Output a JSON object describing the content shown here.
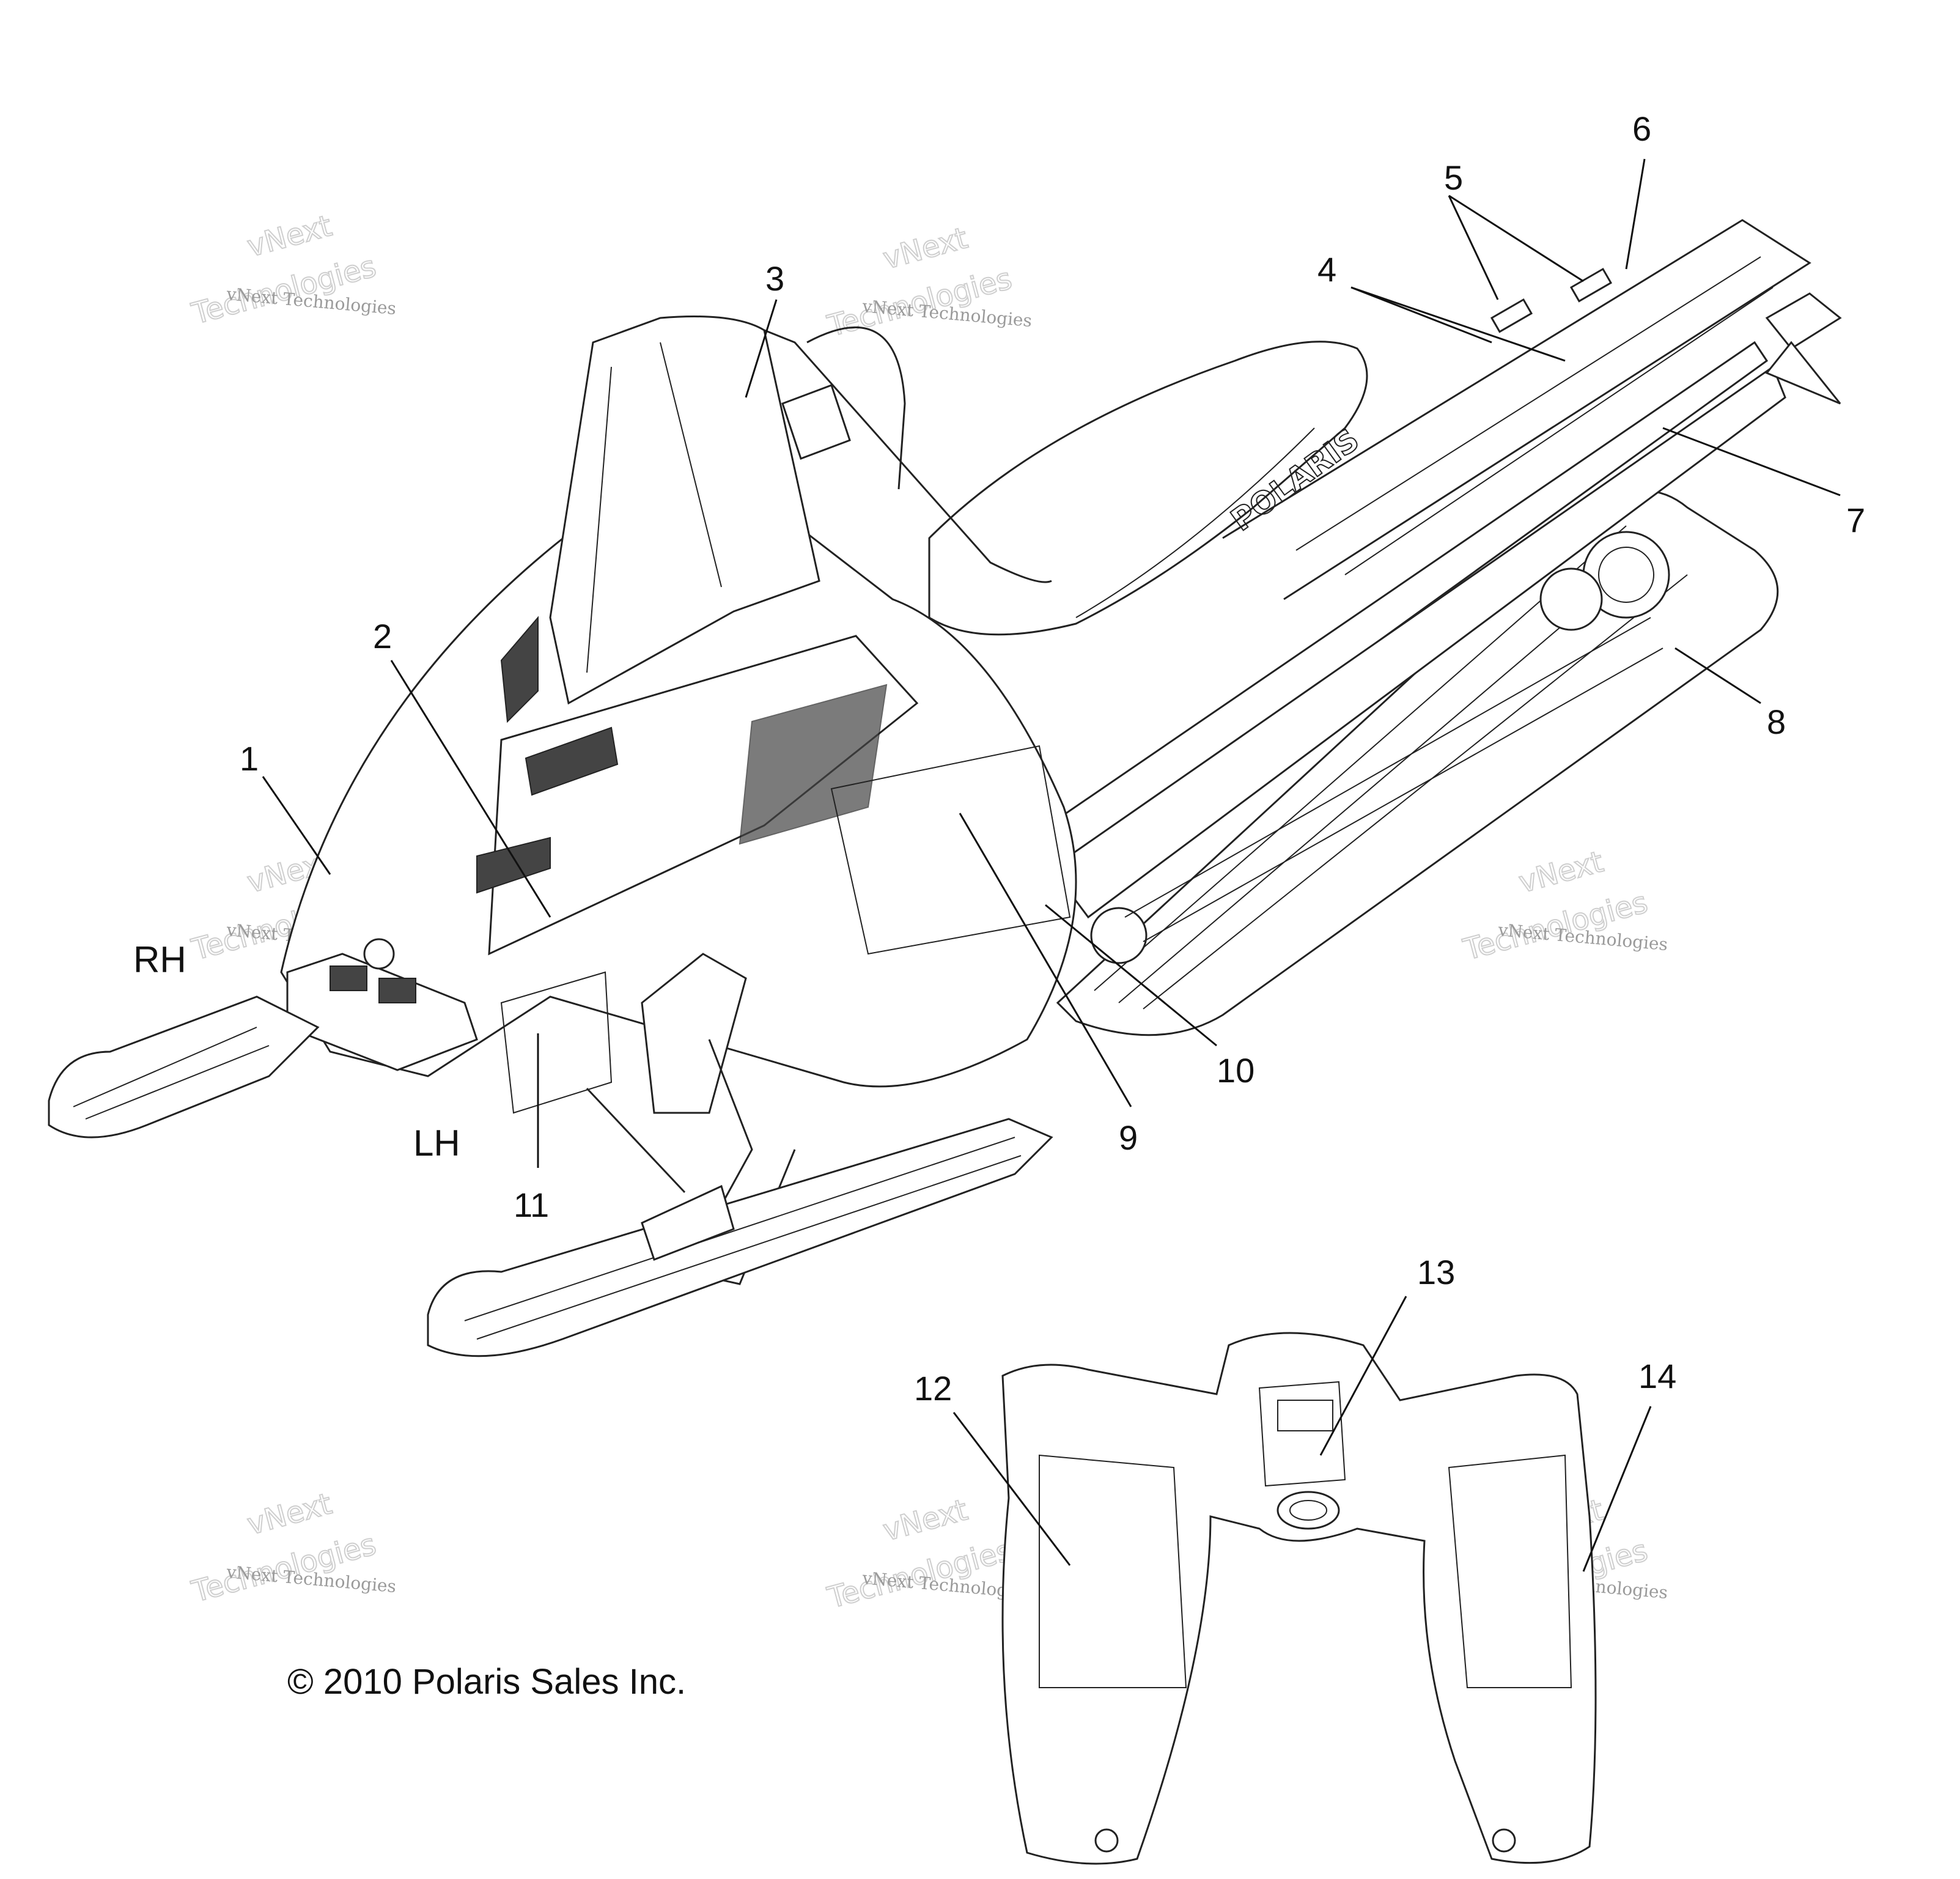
{
  "diagram": {
    "callouts": [
      {
        "id": "1",
        "label": "1"
      },
      {
        "id": "2",
        "label": "2"
      },
      {
        "id": "3",
        "label": "3"
      },
      {
        "id": "4",
        "label": "4"
      },
      {
        "id": "5",
        "label": "5"
      },
      {
        "id": "6",
        "label": "6"
      },
      {
        "id": "7",
        "label": "7"
      },
      {
        "id": "8",
        "label": "8"
      },
      {
        "id": "9",
        "label": "9"
      },
      {
        "id": "10",
        "label": "10"
      },
      {
        "id": "11",
        "label": "11"
      },
      {
        "id": "12",
        "label": "12"
      },
      {
        "id": "13",
        "label": "13"
      },
      {
        "id": "14",
        "label": "14"
      }
    ],
    "side_labels": {
      "right": "RH",
      "left": "LH"
    },
    "seat_logo": "POLARIS",
    "copyright": "© 2010 Polaris Sales Inc.",
    "watermark": {
      "line1": "vNext Technologies",
      "line2": "vNext",
      "line3": "Technologies"
    }
  }
}
